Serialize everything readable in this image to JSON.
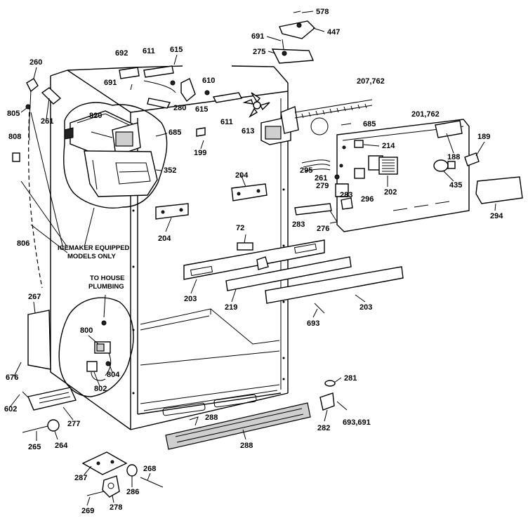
{
  "labels": {
    "l578": "578",
    "l447": "447",
    "l691a": "691",
    "l275": "275",
    "l692": "692",
    "l611a": "611",
    "l615a": "615",
    "l691b": "691",
    "l610": "610",
    "l260a": "260",
    "l280": "280",
    "l615b": "615",
    "l611b": "611",
    "l207": "207,762",
    "l805": "805",
    "l261": "261",
    "l820": "820",
    "l613": "613",
    "l685a": "685",
    "l685b": "685",
    "l201": "201,762",
    "l808": "808",
    "l199": "199",
    "l189": "189",
    "l214": "214",
    "l188": "188",
    "l352": "352",
    "l295": "295",
    "l261b": "261",
    "l204a": "204",
    "l279": "279",
    "l283b": "283",
    "l202": "202",
    "l435": "435",
    "l296": "296",
    "l294": "294",
    "l283": "283",
    "l276": "276",
    "l204b": "204",
    "l72": "72",
    "l806": "806",
    "l203a": "203",
    "l219": "219",
    "l203b": "203",
    "l693a": "693",
    "l267": "267",
    "l800": "800",
    "l804": "804",
    "l802": "802",
    "l676": "676",
    "l281": "281",
    "l602": "602",
    "l277": "277",
    "l288a": "288",
    "l282": "282",
    "l693b": "693,691",
    "l288b": "288",
    "l265": "265",
    "l264": "264",
    "l268": "268",
    "l287": "287",
    "l286": "286",
    "l269": "269",
    "l278": "278"
  },
  "notes": {
    "icemaker_line1": "ICEMAKER EQUIPPED",
    "icemaker_line2": "MODELS ONLY",
    "plumbing_line1": "TO HOUSE",
    "plumbing_line2": "PLUMBING"
  }
}
